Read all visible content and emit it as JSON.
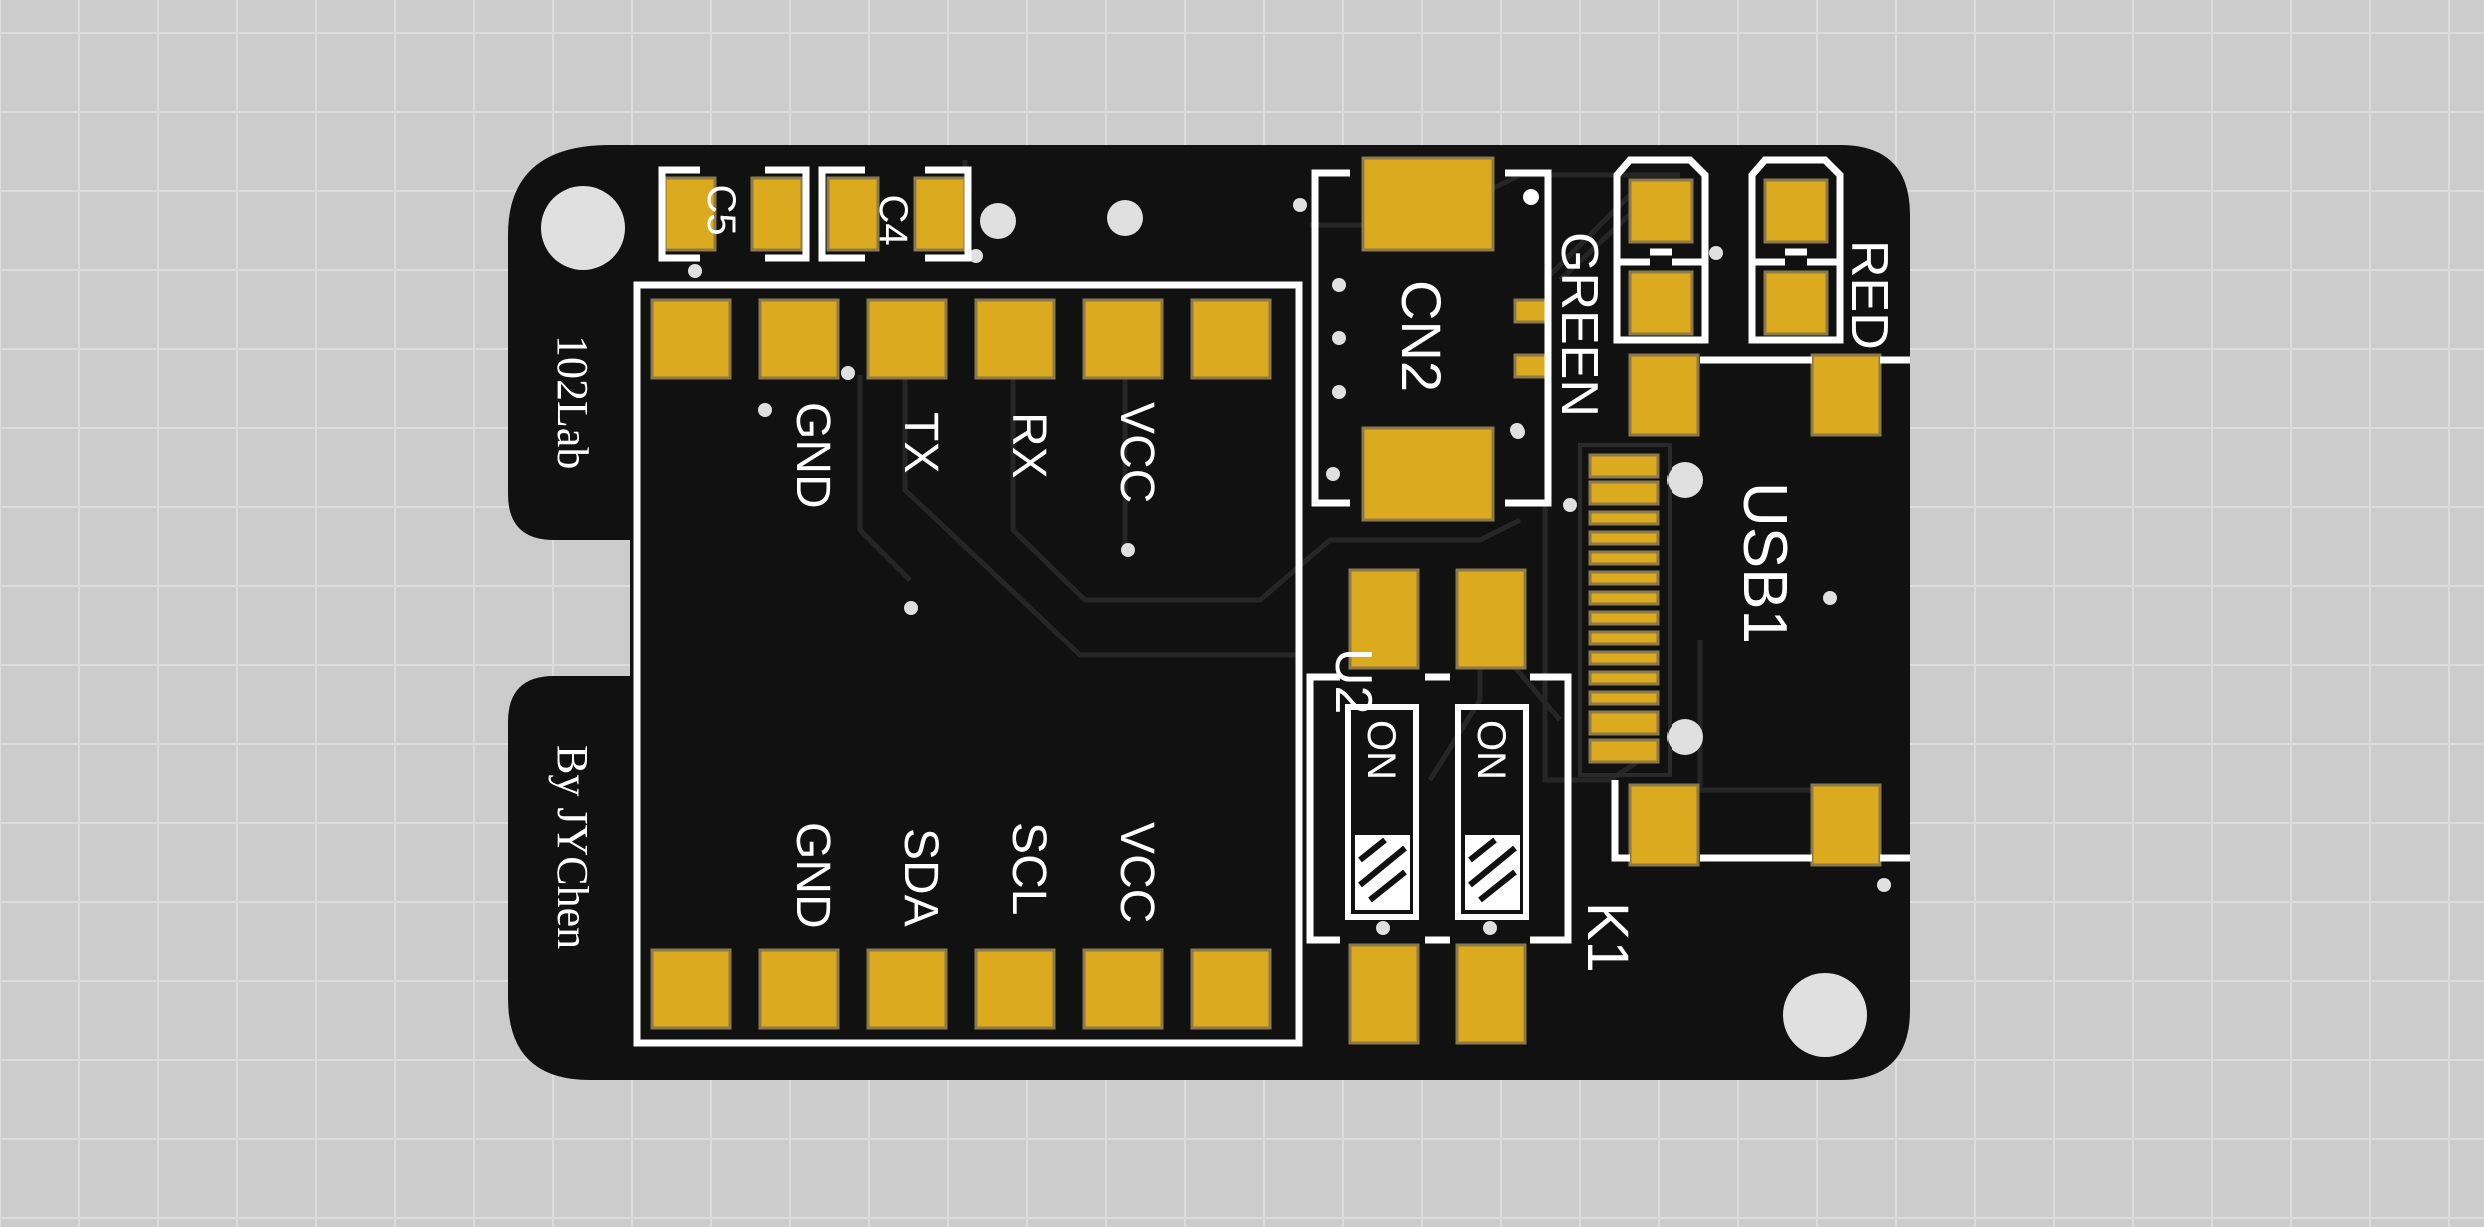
{
  "board": {
    "colors": {
      "background": "#cccccc",
      "grid": "#dcdcdc",
      "board": "#111111",
      "pad": "#dcaa1e",
      "silkscreen": "#ffffff"
    },
    "credits": {
      "lab": "102Lab",
      "author": "By JYChen"
    },
    "components": {
      "c5": "C5",
      "c4": "C4",
      "cn2": "CN2",
      "green_led": "GREEN",
      "red_led": "RED",
      "usb": "USB1",
      "u2": "U2",
      "k1": "K1"
    },
    "module_pins_top": {
      "gnd": "GND",
      "tx": "TX",
      "rx": "RX",
      "vcc": "VCC"
    },
    "module_pins_bottom": {
      "gnd": "GND",
      "sda": "SDA",
      "scl": "SCL",
      "vcc": "VCC"
    },
    "switch": {
      "on_1": "ON",
      "on_2": "ON"
    }
  }
}
